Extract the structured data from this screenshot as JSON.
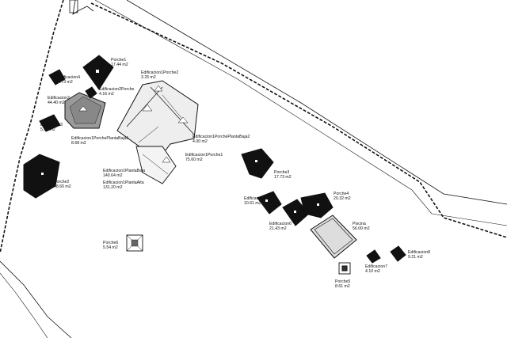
{
  "labels": {
    "porche1": {
      "name": "Porche1",
      "area": "17.44 m2"
    },
    "edificacion4": {
      "name": "Edificacion4",
      "area": "4.73 m2"
    },
    "edif1_porche2": {
      "name": "Edificacion1Porche2",
      "area": "3.25 m2"
    },
    "edif2_porche": {
      "name": "Edificacion2Porche",
      "area": "4.16 m2"
    },
    "edificacion2": {
      "name": "Edificacion2",
      "area": "44.40 m2"
    },
    "edificacion3": {
      "name": "Edificacion3",
      "area": "5.64 m2"
    },
    "edif1_porche_pb1": {
      "name": "Edificacion1PorchePlantaBaja1",
      "area": "8.68 m2"
    },
    "edif1_porche_pb2": {
      "name": "Edificacion1PorchePlantaBaja2",
      "area": "4.00 m2"
    },
    "edif1_porche1": {
      "name": "Edificacion1Porche1",
      "area": "75.60 m2"
    },
    "porche2": {
      "name": "Porche2",
      "area": "48.60 m2"
    },
    "edif1_pb": {
      "name": "Edificacion1PlantaBaja",
      "area": "140.64 m2"
    },
    "edif1_pa": {
      "name": "Edificacion1PlantaAlta",
      "area": "131.20 m2"
    },
    "porche3": {
      "name": "Porche3",
      "area": "17.73 m2"
    },
    "edificacion5": {
      "name": "Edificacion5",
      "area": "10.61 m2"
    },
    "porche4": {
      "name": "Porche4",
      "area": "20.32 m2"
    },
    "edificacion6": {
      "name": "Edificacion6",
      "area": "21.43 m2"
    },
    "piscina": {
      "name": "Piscina",
      "area": "56.00 m2"
    },
    "porche6": {
      "name": "Porche6",
      "area": "5.54 m2"
    },
    "edificacion7": {
      "name": "Edificacion7",
      "area": "4.10 m2"
    },
    "edificacion8": {
      "name": "Edificacion8",
      "area": "9.21 m2"
    },
    "porche5": {
      "name": "Porche5",
      "area": "8.61 m2"
    }
  }
}
